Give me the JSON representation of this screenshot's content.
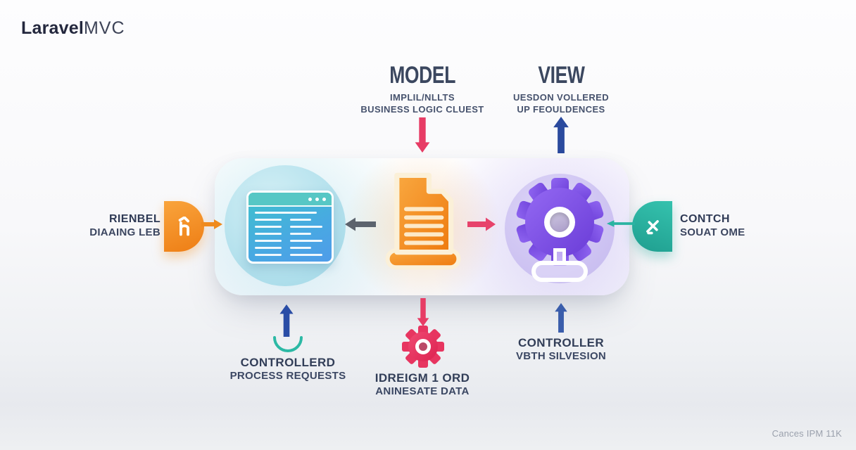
{
  "logo": {
    "brand": "Laravel",
    "suffix": "MVC"
  },
  "columns": {
    "model": {
      "title": "MODEL",
      "subtitle_line1": "IMPLIL/NLLTS",
      "subtitle_line2": "BUSINESS LOGIC CLUEST"
    },
    "view": {
      "title": "VIEW",
      "subtitle_line1": "UESDON VOLLERED",
      "subtitle_line2": "UP FEOULDENCES"
    }
  },
  "side_labels": {
    "left": {
      "line1": "RIENBEL",
      "line2": "DIAAING LEB"
    },
    "right": {
      "line1": "CONTCH",
      "line2": "SOUAT OME"
    }
  },
  "bottom_labels": {
    "left": {
      "line1": "CONTROLLERD",
      "line2": "PROCESS REQUESTS"
    },
    "center": {
      "line1": "IDREIGM 1 ORD",
      "line2": "ANINESATE DATA"
    },
    "right": {
      "line1": "CONTROLLER",
      "line2": "VBTH SILVESION"
    }
  },
  "footer": {
    "watermark": "Cances IPM 11K"
  },
  "icons": {
    "browser_window": "browser-window-icon",
    "document": "document-icon",
    "gear_purple": "gear-icon",
    "gear_pink": "gear-icon-small",
    "connector_left": "orange-half-circle-badge",
    "connector_right": "teal-half-circle-badge"
  },
  "colors": {
    "navy_arrow": "#2b4a9e",
    "blue_arrow": "#3a5dab",
    "pink": "#e73c65",
    "gray_arrow": "#5c636d",
    "orange": "#ef8a1d",
    "teal": "#2ab4a2",
    "purple": "#7b4fe0",
    "heading_text": "#3b475f"
  }
}
